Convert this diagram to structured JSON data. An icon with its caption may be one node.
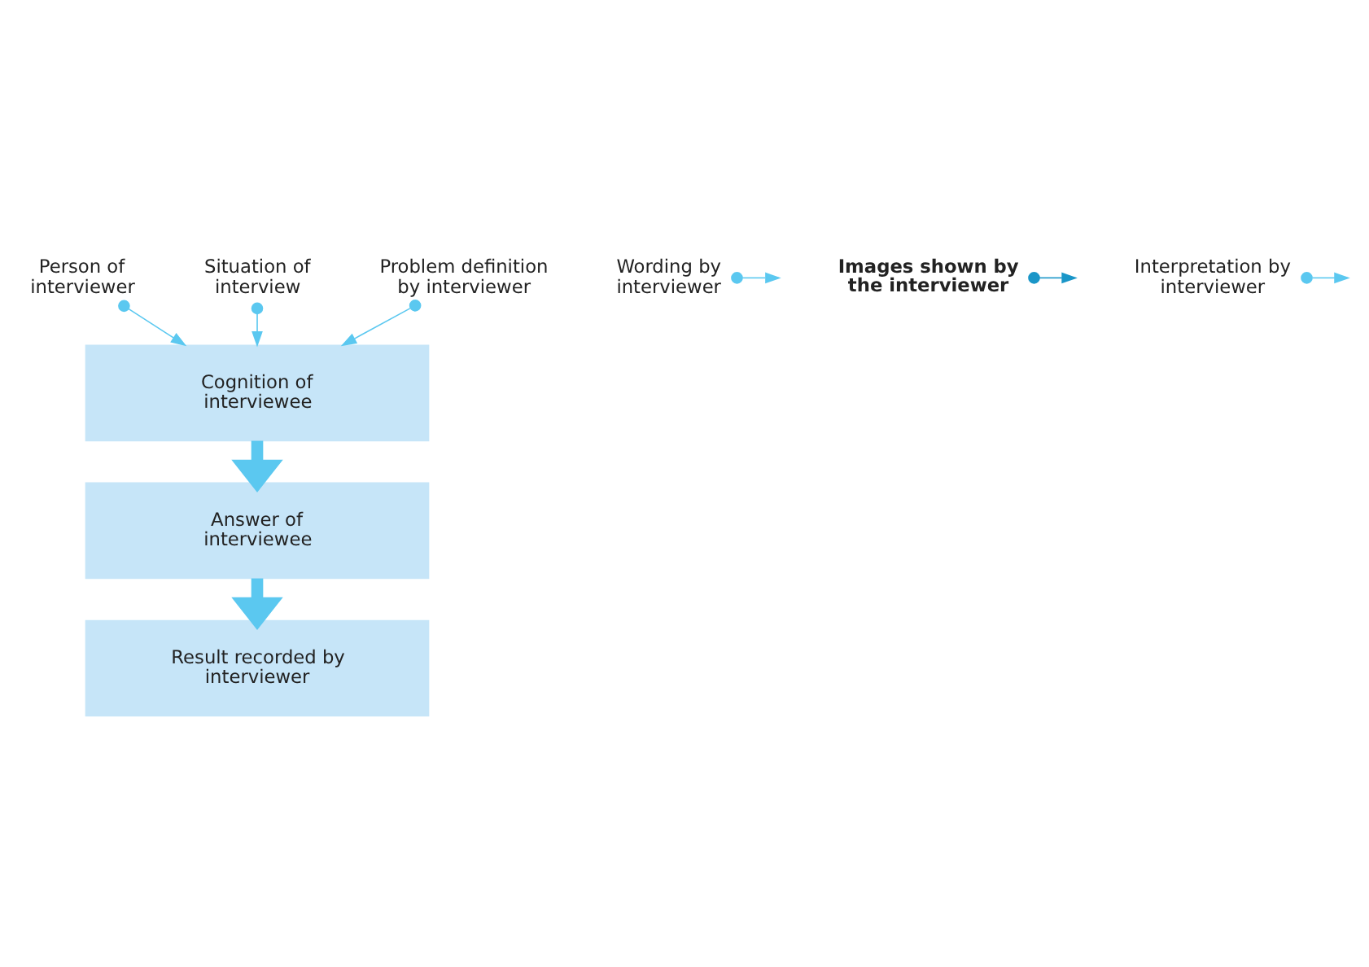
{
  "diagram": {
    "nodes": [
      {
        "text": [
          "Person of interviewer"
        ]
      },
      {
        "text": [
          "Situation of interview"
        ]
      },
      {
        "text": [
          "Problem definition by interviewer"
        ]
      },
      {
        "text": [
          "Cognition of interviewee"
        ]
      },
      {
        "text": [
          "Wording by interviewer"
        ]
      },
      {
        "text": [
          "Images shown by the interviewer"
        ]
      },
      {
        "text": [
          "Answer of interviewee"
        ]
      },
      {
        "text": [
          "Interpretation by interviewer"
        ]
      },
      {
        "text": [
          "Result recorded by interviewer"
        ]
      }
    ],
    "edges": [
      {
        "from": 0,
        "to": 3,
        "arrow": "to"
      },
      {
        "from": 1,
        "to": 3,
        "arrow": "to"
      },
      {
        "from": 2,
        "to": 3,
        "arrow": "to"
      },
      {
        "from": 3,
        "to": 6,
        "arrow": "to",
        "style": "thick"
      },
      {
        "from": 4,
        "to": null,
        "arrow": "to"
      },
      {
        "from": 5,
        "to": null,
        "arrow": "to",
        "color": "#1a96c8"
      },
      {
        "from": 6,
        "to": 8,
        "arrow": "to",
        "style": "thick"
      },
      {
        "from": 7,
        "to": null,
        "arrow": "to"
      }
    ]
  }
}
